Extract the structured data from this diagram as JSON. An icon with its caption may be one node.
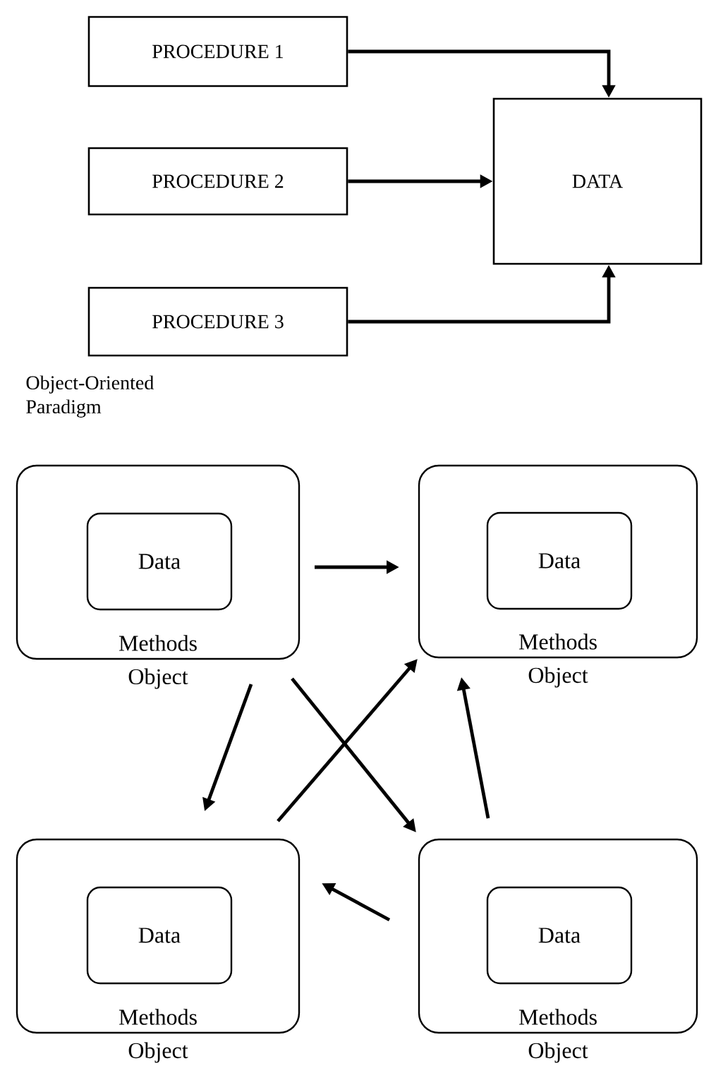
{
  "diagram": {
    "nodes": [
      {
        "text": [
          "PROCEDURE 1"
        ]
      },
      {
        "text": [
          "PROCEDURE 2"
        ]
      },
      {
        "text": [
          "PROCEDURE 3"
        ]
      },
      {
        "text": [
          "DATA"
        ]
      },
      {
        "text": [
          "Methods"
        ],
        "beside": [
          "Object"
        ]
      },
      {
        "text": [
          "Data"
        ],
        "in": 4
      },
      {
        "text": [
          "Methods"
        ],
        "beside": [
          "Object"
        ]
      },
      {
        "text": [
          "Data"
        ],
        "in": 6
      },
      {
        "text": [
          "Methods"
        ],
        "beside": [
          "Object"
        ]
      },
      {
        "text": [
          "Data"
        ],
        "in": 8
      },
      {
        "text": [
          "Methods"
        ],
        "beside": [
          "Object"
        ]
      },
      {
        "text": [
          "Data"
        ],
        "in": 10
      }
    ],
    "edges": [
      {
        "from": 0,
        "to": 3,
        "arrow": "to"
      },
      {
        "from": 1,
        "to": 3,
        "arrow": "to"
      },
      {
        "from": 2,
        "to": 3,
        "arrow": "to"
      },
      {
        "from": 4,
        "to": 6,
        "arrow": "to"
      },
      {
        "from": 4,
        "to": 8,
        "arrow": "to"
      },
      {
        "from": 4,
        "to": 10,
        "arrow": "to"
      },
      {
        "from": 8,
        "to": 6,
        "arrow": "to"
      },
      {
        "from": 10,
        "to": 6,
        "arrow": "to"
      },
      {
        "from": 10,
        "to": 8,
        "arrow": "to"
      }
    ],
    "labels": [
      "Object-Oriented Paradigm"
    ]
  }
}
